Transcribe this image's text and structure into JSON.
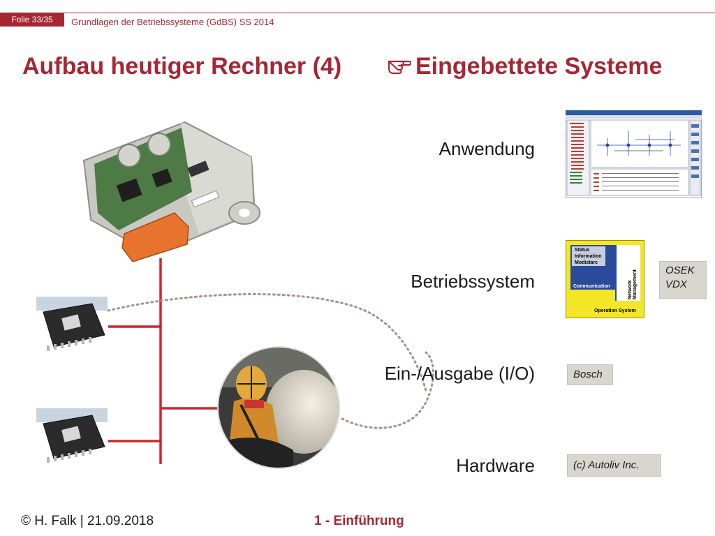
{
  "header": {
    "slide_number": "Folie 33/35",
    "course": "Grundlagen der Betriebssysteme (GdBS) SS 2014"
  },
  "title": {
    "left": "Aufbau heutiger Rechner (4)",
    "right": "Eingebettete Systeme",
    "right_icon": "pointing-hand-icon"
  },
  "layers": {
    "application": "Anwendung",
    "os": "Betriebssystem",
    "io": "Ein-/Ausgabe (I/O)",
    "hardware": "Hardware"
  },
  "os_diagram": {
    "status_lines": [
      "Status",
      "Information",
      "Modistarc"
    ],
    "communication": "Communication",
    "network": "Network Management",
    "operation": "Operation System"
  },
  "tags": {
    "os_tag_line1": "OSEK",
    "os_tag_line2": "VDX",
    "io_tag": "Bosch",
    "hw_tag": "(c) Autoliv Inc."
  },
  "footer": {
    "author": "© H. Falk | 21.09.2018",
    "chapter": "1 - Einführung"
  },
  "colors": {
    "accent": "#a62733",
    "tag_bg": "#d9d6cf",
    "os_yellow": "#f3e627",
    "os_blue": "#2c4a9c"
  }
}
